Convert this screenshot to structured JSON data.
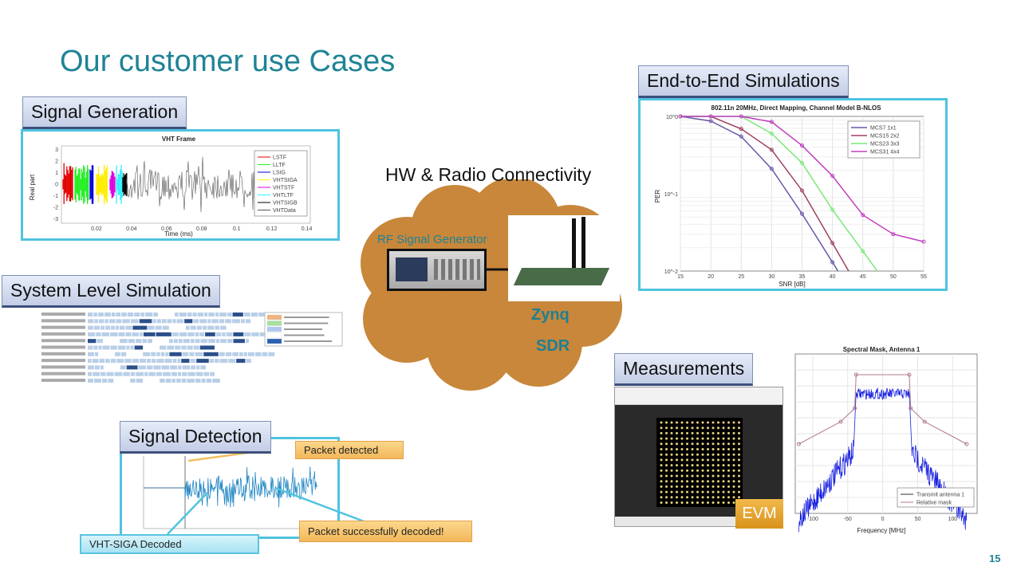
{
  "slide": {
    "title": "Our customer use Cases",
    "page_number": "15"
  },
  "sections": {
    "signal_generation": "Signal Generation",
    "system_level": "System Level Simulation",
    "hw_radio": "HW & Radio Connectivity",
    "rf_generator": "RF Signal Generator",
    "zynq": "Zynq",
    "sdr": "SDR",
    "end_to_end": "End-to-End Simulations",
    "measurements": "Measurements",
    "evm": "EVM",
    "signal_detection": "Signal Detection"
  },
  "callouts": {
    "packet_detected": "Packet detected",
    "packet_decoded": "Packet successfully decoded!",
    "siga_decoded": "VHT-SIGA Decoded"
  },
  "colors": {
    "title": "#1f8395",
    "frame": "#4fc3e0",
    "cloud": "#c8873a",
    "evm": "#e7a52a"
  },
  "chart_data": [
    {
      "type": "line",
      "title": "VHT Frame",
      "xlabel": "Time (ms)",
      "ylabel": "Real part",
      "xticks": [
        "0.02",
        "0.04",
        "0.06",
        "0.08",
        "0.1",
        "0.12",
        "0.14"
      ],
      "yticks": [
        "3",
        "2",
        "1",
        "0",
        "-1",
        "-2",
        "-3"
      ],
      "legend": [
        "LSTF",
        "LLTF",
        "LSIG",
        "VHTSIGA",
        "VHTSTF",
        "VHTLTF",
        "VHTSIGB",
        "VHTData"
      ],
      "segment_colors": [
        "#e00000",
        "#22ee22",
        "#0000dd",
        "#ffee00",
        "#dd00dd",
        "#33eeff",
        "#000000",
        "#555555"
      ]
    },
    {
      "type": "line",
      "title": "802.11n 20MHz, Direct Mapping, Channel Model B-NLOS",
      "xlabel": "SNR [dB]",
      "ylabel": "PER",
      "x": [
        15,
        20,
        25,
        30,
        35,
        40,
        45,
        50,
        55
      ],
      "xlim": [
        15,
        55
      ],
      "ylim": [
        0.01,
        1
      ],
      "yscale": "log",
      "yticks": [
        "10^0",
        "10^-1",
        "10^-2"
      ],
      "legend_position": "top-right",
      "series": [
        {
          "name": "MCS7 1x1",
          "color": "#6a5aa8",
          "values": [
            1,
            0.87,
            0.55,
            0.21,
            0.055,
            0.013,
            null,
            null,
            null
          ]
        },
        {
          "name": "MCS15 2x2",
          "color": "#a04060",
          "values": [
            1,
            1,
            0.69,
            0.37,
            0.11,
            0.023,
            null,
            null,
            null
          ]
        },
        {
          "name": "MCS23 3x3",
          "color": "#7ae87a",
          "values": [
            1,
            1,
            1,
            0.6,
            0.25,
            0.062,
            0.018,
            null,
            null
          ]
        },
        {
          "name": "MCS31 4x4",
          "color": "#c040c0",
          "values": [
            1,
            1,
            1,
            0.85,
            0.42,
            0.17,
            0.053,
            0.03,
            0.024
          ]
        }
      ]
    },
    {
      "type": "line",
      "title": "Spectral Mask, Antenna 1",
      "xlabel": "Frequency [MHz]",
      "xticks": [
        "-100",
        "-50",
        "0",
        "50",
        "100"
      ],
      "legend": [
        "Transmit antenna 1",
        "Relative mask"
      ]
    }
  ]
}
